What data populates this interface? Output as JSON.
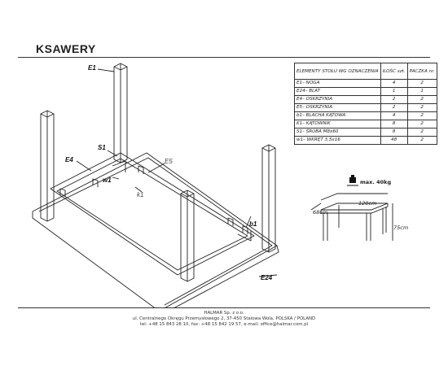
{
  "title": "KSAWERY",
  "parts_table": {
    "headers": [
      "ELEMENTY STOŁU WG OZNACZENIA",
      "ILOŚĆ szt.",
      "PACZKA nr."
    ],
    "rows": [
      {
        "name": "E1– NOGA",
        "qty": "4",
        "pkg": "2"
      },
      {
        "name": "E24– BLAT",
        "qty": "1",
        "pkg": "1"
      },
      {
        "name": "E4– OSKRZYNIA",
        "qty": "2",
        "pkg": "2"
      },
      {
        "name": "E5– OSKRZYNIA",
        "qty": "2",
        "pkg": "2"
      },
      {
        "name": "b1– BLACHA KĄTOWA",
        "qty": "4",
        "pkg": "2"
      },
      {
        "name": "K1– KĄTOWNIK",
        "qty": "8",
        "pkg": "2"
      },
      {
        "name": "S1– ŚRUBA M8x60",
        "qty": "8",
        "pkg": "2"
      },
      {
        "name": "w1– WKRĘT 3,5x16",
        "qty": "48",
        "pkg": "2"
      }
    ]
  },
  "labels": {
    "e1": "E1",
    "s1": "S1",
    "e4": "E4",
    "e5": "E5",
    "w1": "w1",
    "k1": "k1",
    "b1": "b1",
    "e24": "E24"
  },
  "max_load": "max. 40kg",
  "dimensions": {
    "width": "120cm",
    "depth": "68cm",
    "height": "75cm"
  },
  "footer": {
    "company": "HALMAR Sp. z o.o.",
    "address": "ul. Centralnego Okręgu Przemysłowego 2, 37-450 Stalowa Wola, POLSKA / POLAND",
    "contact": "tel: +48 15 843 28 10, fax: +48 15 842 19 57, e-mail: office@halmar.com.pl"
  }
}
